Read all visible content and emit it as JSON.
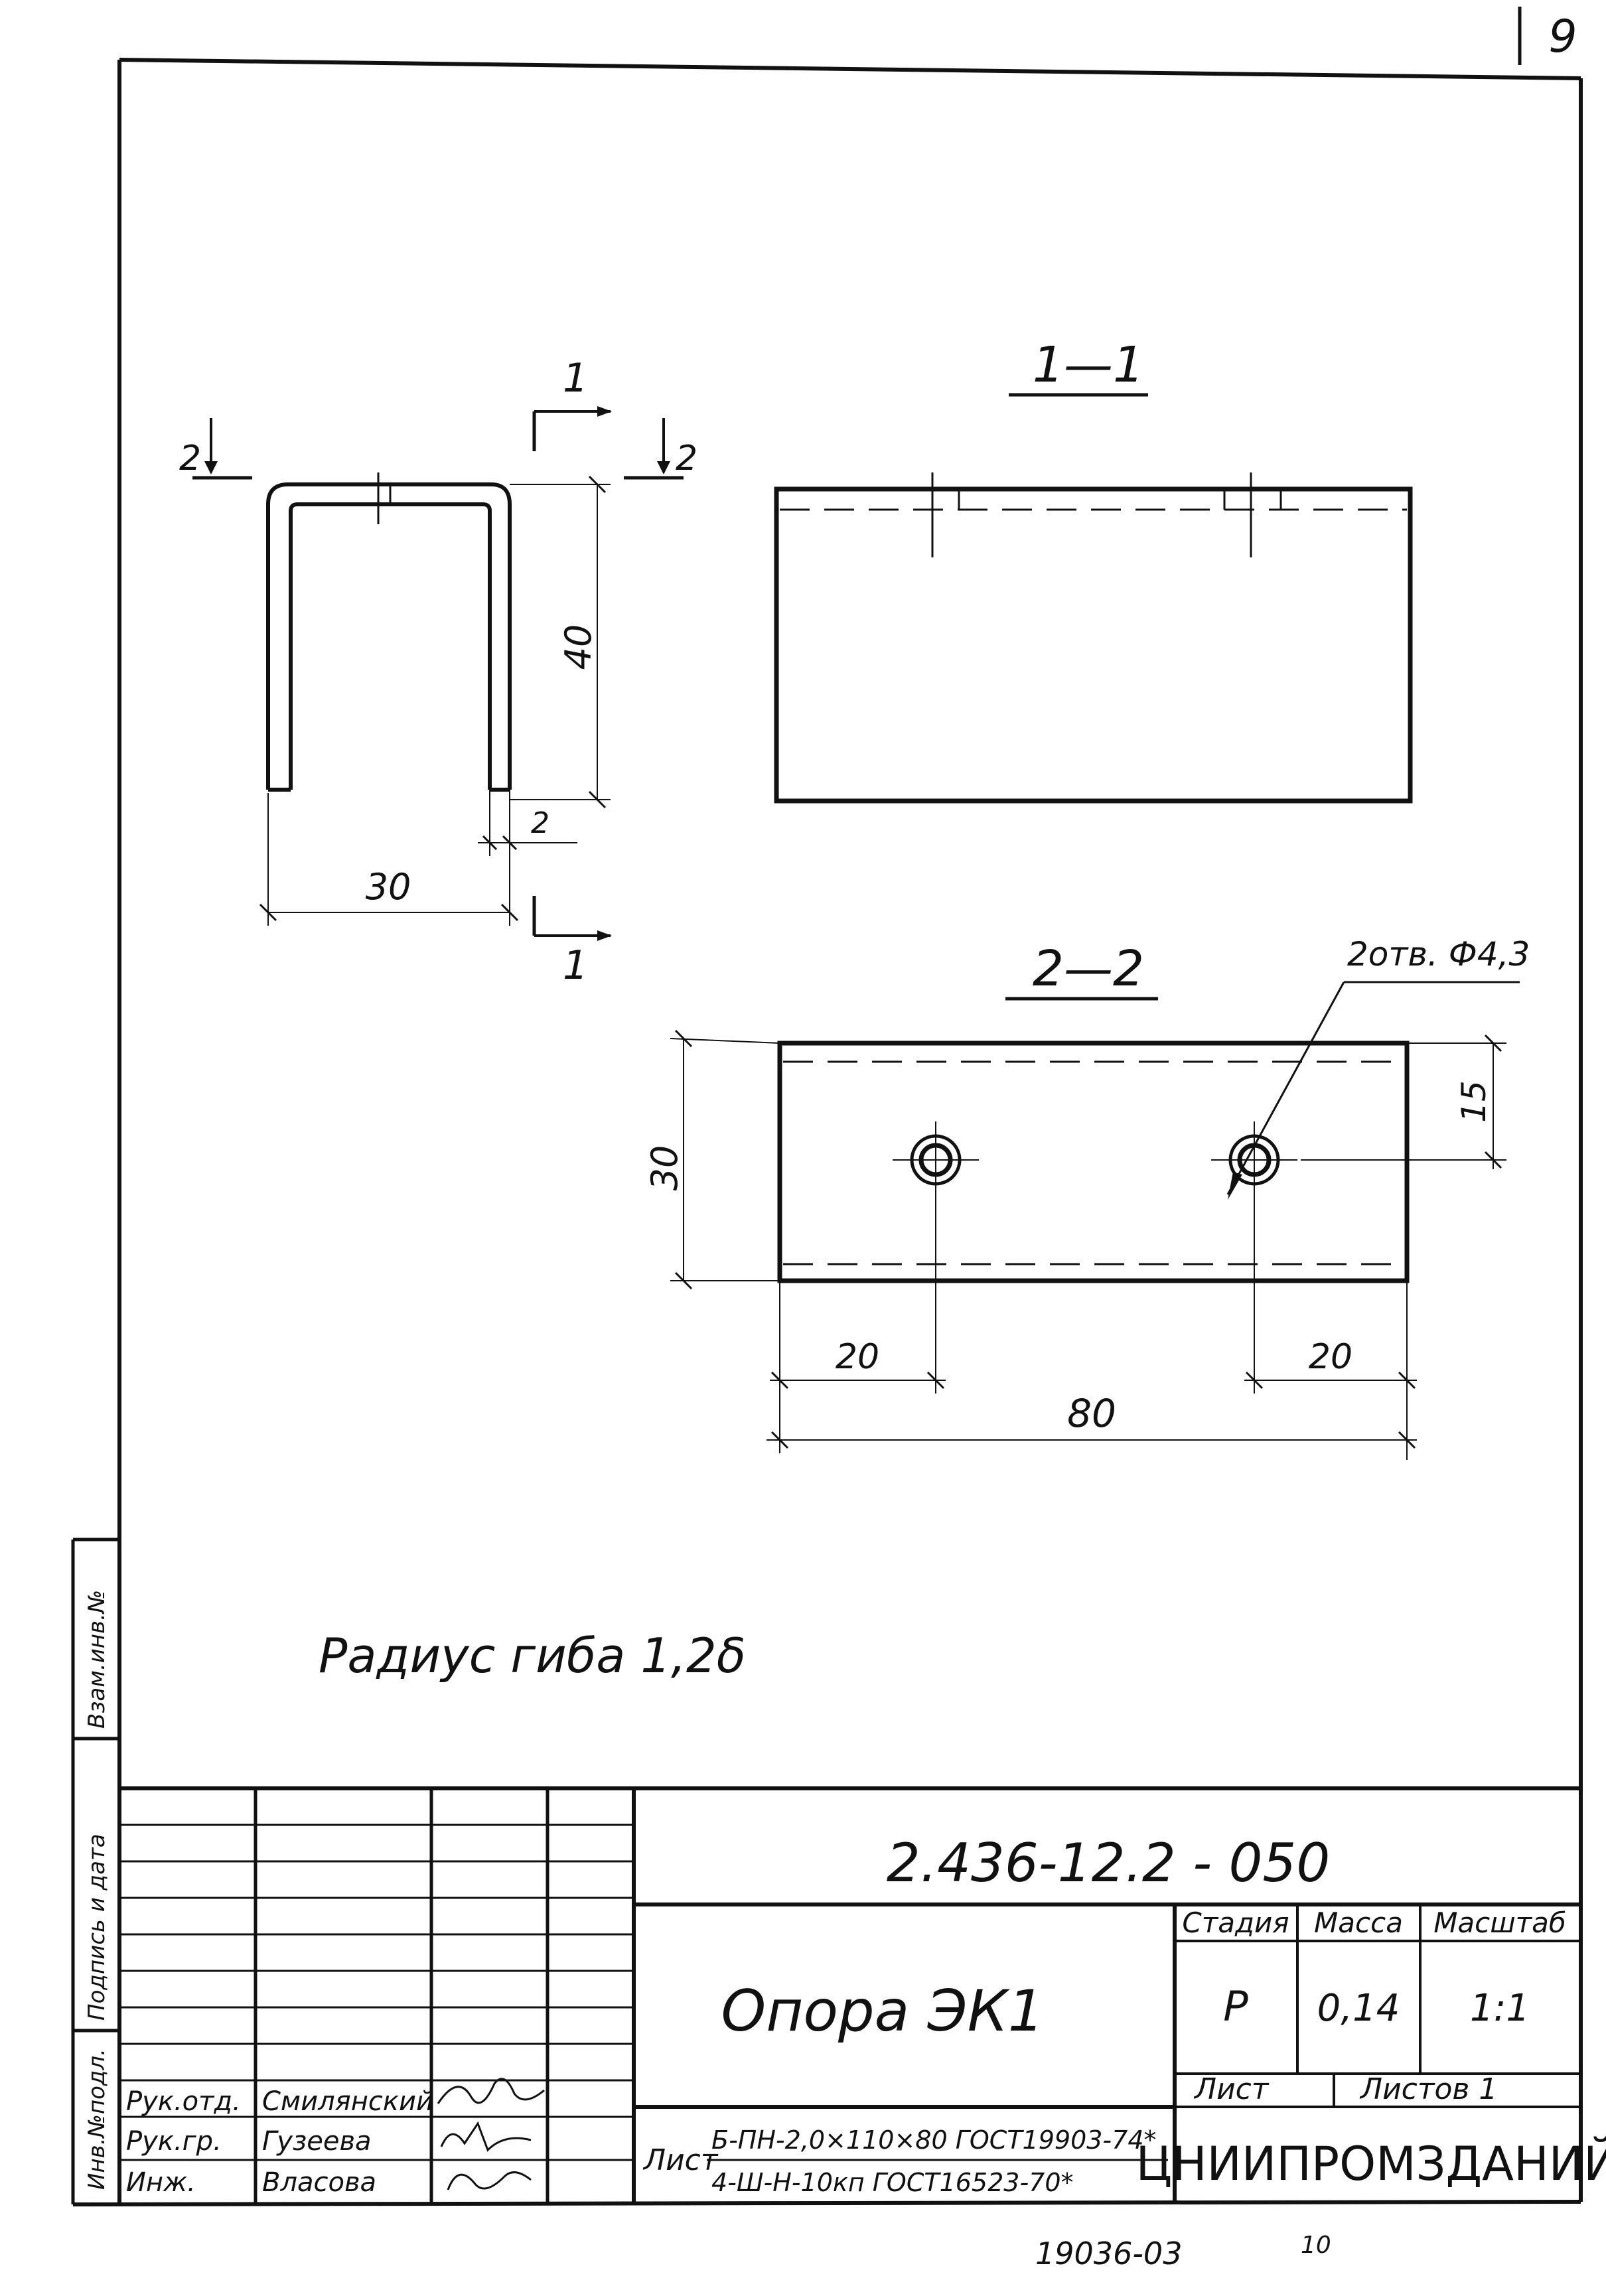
{
  "sheet": {
    "number": "9"
  },
  "views": {
    "front": {
      "cut_labels": {
        "left": "2",
        "right": "2",
        "top": "1",
        "bottom": "1"
      },
      "dim_height": "40",
      "dim_width": "30",
      "dim_thickness": "2"
    },
    "section_1_1": {
      "title": "1—1"
    },
    "section_2_2": {
      "title": "2—2",
      "hole_callout": "2отв. Ф4,3",
      "dim_height": "30",
      "dim_edge": "15",
      "dim_left": "20",
      "dim_right": "20",
      "dim_length": "80"
    }
  },
  "note": "Радиус гиба 1,2δ",
  "side_stamps": {
    "inv_orig": "Инв.№подл.",
    "sign_date": "Подпись и дата",
    "inv_repl": "Взам.инв.№"
  },
  "title_block": {
    "doc_number": "2.436-12.2 - 050",
    "part_name": "Опора ЭК1",
    "headers": {
      "stage": "Стадия",
      "mass": "Масса",
      "scale": "Масштаб"
    },
    "values": {
      "stage": "Р",
      "mass": "0,14",
      "scale": "1:1"
    },
    "sheet_label": "Лист",
    "sheets_label": "Листов 1",
    "material_prefix": "Лист",
    "material_top": "Б-ПН-2,0×110×80 ГОСТ19903-74*",
    "material_bottom": "4-Ш-Н-10кп ГОСТ16523-70*",
    "organization": "ЦНИИПРОМЗДАНИЙ",
    "staff": [
      {
        "role": "Рук.отд.",
        "name": "Смилянский"
      },
      {
        "role": "Рук.гр.",
        "name": "Гузеева"
      },
      {
        "role": "Инж.",
        "name": "Власова"
      }
    ]
  },
  "footer": {
    "archive": "19036-03",
    "page": "10"
  }
}
